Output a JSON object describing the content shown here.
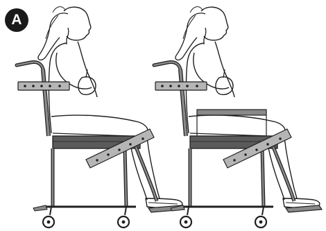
{
  "badge": {
    "label": "A"
  },
  "colors": {
    "line": "#1f1f1f",
    "frame_fill": "#8a8a8a",
    "seat_fill": "#5a5a5a",
    "strap_fill": "#b5b5b5",
    "background": "#ffffff"
  },
  "panels": [
    {
      "id": "left",
      "has_seat_cushion": false
    },
    {
      "id": "right",
      "has_seat_cushion": true
    }
  ]
}
